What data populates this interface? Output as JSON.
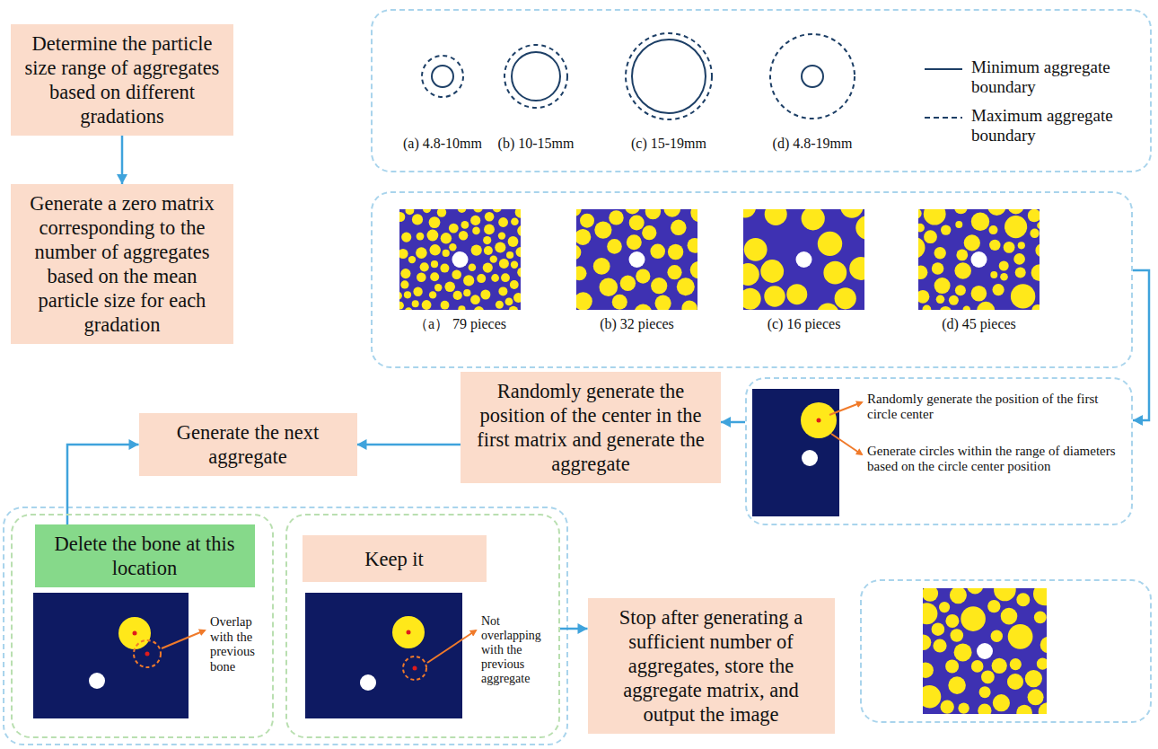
{
  "diagram": {
    "nodes": [
      {
        "text": [
          "Determine the particle size range of aggregates based on different gradations"
        ]
      },
      {
        "text": [
          "Generate a zero matrix corresponding to the number of aggregates based on the mean particle size for each gradation"
        ]
      },
      {
        "text": [
          "（a） 79 pieces",
          "(b) 32 pieces",
          "(c) 16 pieces",
          "(d) 45 pieces"
        ]
      },
      {
        "text": [
          "Randomly generate the position of the first circle center",
          "Generate circles within the range of diameters based on the circle center position"
        ]
      },
      {
        "text": [
          "Randomly generate the position of the center in the first matrix and generate the aggregate"
        ]
      },
      {
        "text": [
          "Generate the next aggregate"
        ]
      },
      {
        "text": [
          "Overlap with the previous bone"
        ]
      },
      {
        "text": [
          "Delete the bone at this location"
        ],
        "in": 6
      },
      {
        "text": [
          "Not overlapping with the previous aggregate"
        ]
      },
      {
        "text": [
          "Keep it"
        ],
        "in": 8
      },
      {
        "text": [
          "Stop after generating a sufficient number of aggregates, store the aggregate matrix, and output the image"
        ]
      }
    ],
    "edges": [
      {
        "from": 0,
        "to": 1,
        "arrow": "to"
      },
      {
        "from": 2,
        "to": 3,
        "arrow": "to"
      },
      {
        "from": 3,
        "to": 4,
        "arrow": "to"
      },
      {
        "from": 4,
        "to": 5,
        "arrow": "to"
      },
      {
        "from": 7,
        "to": 5,
        "arrow": "to"
      },
      {
        "from": 8,
        "to": 10,
        "arrow": "to"
      }
    ],
    "labels": [
      "(a) 4.8-10mm",
      "(b) 10-15mm",
      "(c) 15-19mm",
      "(d) 4.8-19mm"
    ],
    "legend": [
      {
        "text": "Minimum aggregate boundary"
      },
      {
        "text": "Maximum aggregate boundary"
      }
    ]
  }
}
